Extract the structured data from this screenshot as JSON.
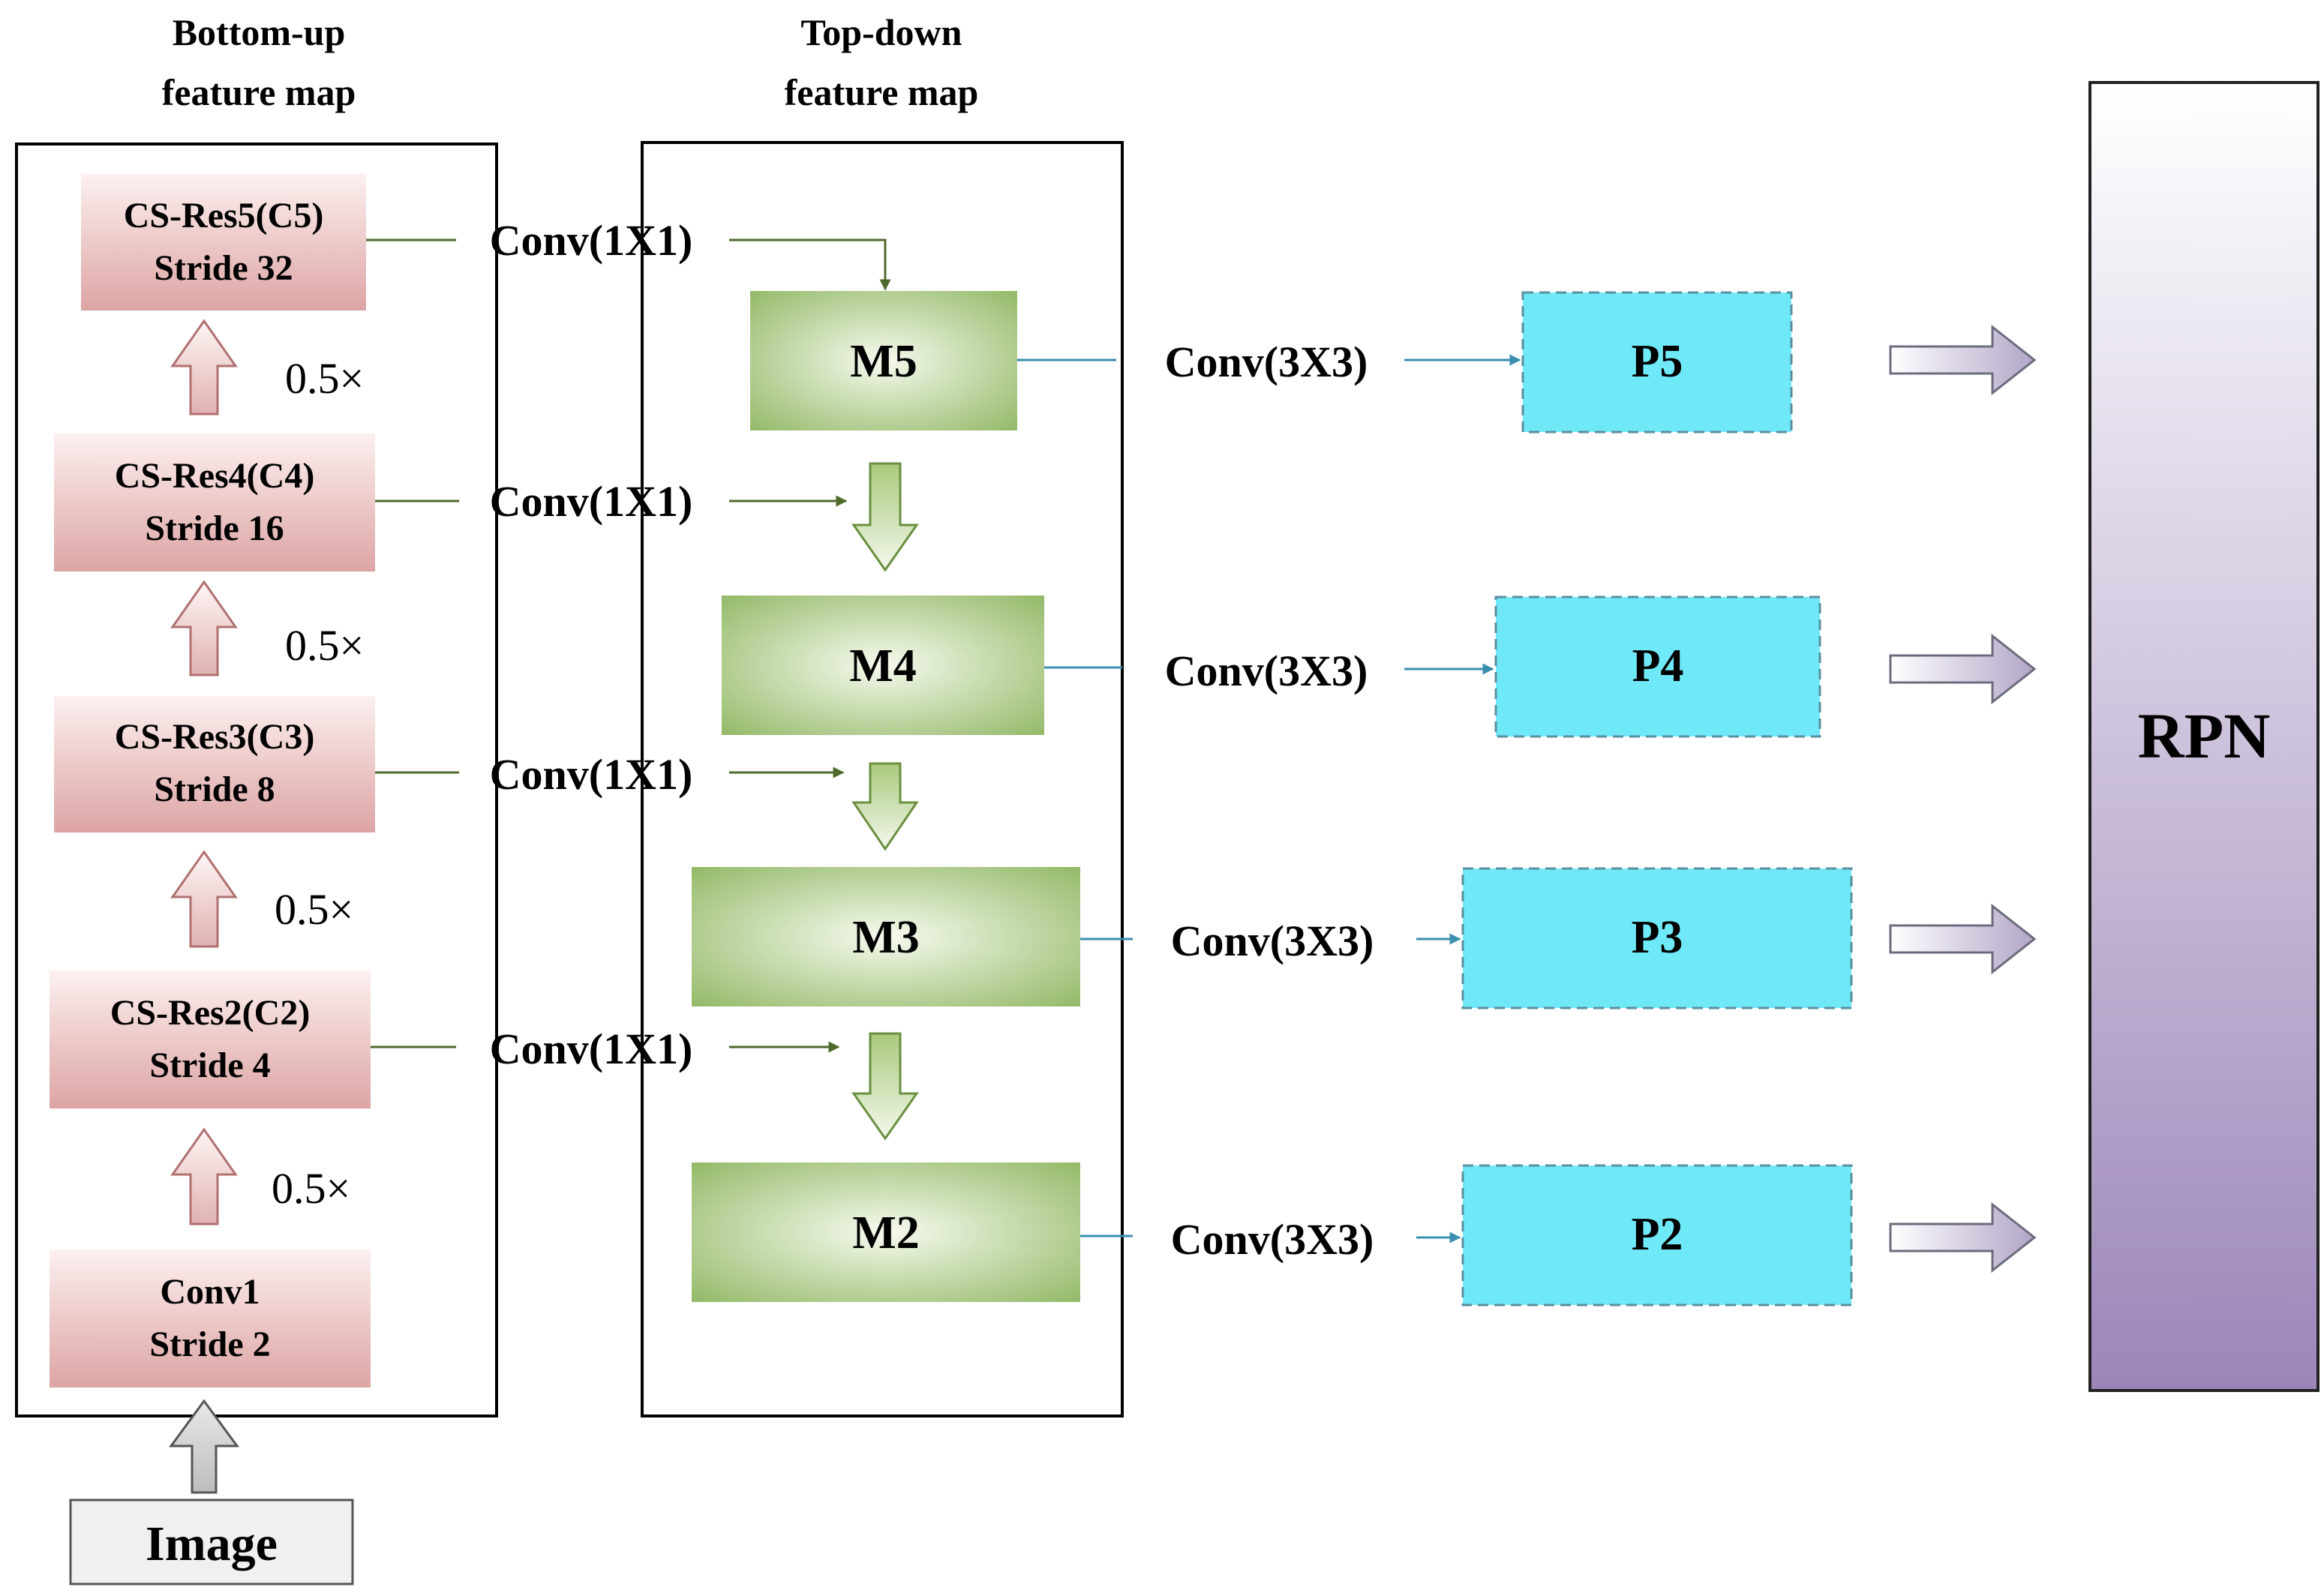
{
  "bottom_up": {
    "title_line1": "Bottom-up",
    "title_line2": "feature map",
    "levels": [
      {
        "name": "CS-Res5(C5)",
        "stride": "Stride 32"
      },
      {
        "name": "CS-Res4(C4)",
        "stride": "Stride 16"
      },
      {
        "name": "CS-Res3(C3)",
        "stride": "Stride 8"
      },
      {
        "name": "CS-Res2(C2)",
        "stride": "Stride 4"
      },
      {
        "name": "Conv1",
        "stride": "Stride 2"
      }
    ],
    "scale_labels": [
      "0.5×",
      "0.5×",
      "0.5×",
      "0.5×"
    ],
    "input_label": "Image"
  },
  "top_down": {
    "title_line1": "Top-down",
    "title_line2": "feature map",
    "lateral_conv": [
      "Conv(1X1)",
      "Conv(1X1)",
      "Conv(1X1)",
      "Conv(1X1)"
    ],
    "maps": [
      "M5",
      "M4",
      "M3",
      "M2"
    ]
  },
  "output": {
    "smooth_conv": [
      "Conv(3X3)",
      "Conv(3X3)",
      "Conv(3X3)",
      "Conv(3X3)"
    ],
    "maps": [
      "P5",
      "P4",
      "P3",
      "P2"
    ]
  },
  "rpn": {
    "label": "RPN"
  },
  "colors": {
    "c_box_top": "#fbeaea",
    "c_box_bottom": "#dfa8a8",
    "m_box_center": "#f4f8ec",
    "m_box_edge": "#90b863",
    "p_box": "#6fe8f8",
    "p_border": "#5a8fa0",
    "lateral_line": "#4f6a2c",
    "smooth_line": "#3a8fb0",
    "rpn_top": "#ffffff",
    "rpn_bottom": "#9a86b8"
  }
}
